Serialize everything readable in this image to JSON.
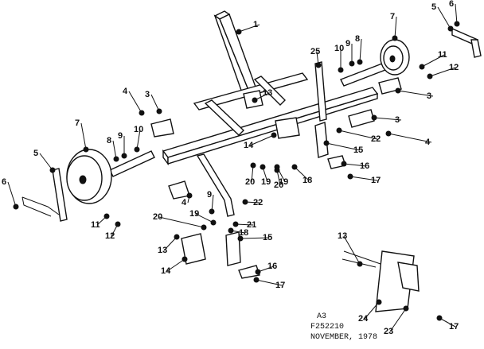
{
  "diagram": {
    "part_numbers": [
      "1",
      "3",
      "3",
      "3",
      "4",
      "4",
      "4",
      "5",
      "5",
      "6",
      "6",
      "7",
      "7",
      "8",
      "8",
      "9",
      "9",
      "9",
      "10",
      "10",
      "11",
      "11",
      "12",
      "12",
      "13",
      "13",
      "13",
      "14",
      "14",
      "15",
      "15",
      "16",
      "16",
      "17",
      "17",
      "17",
      "18",
      "18",
      "19",
      "19",
      "19",
      "20",
      "20",
      "20",
      "21",
      "22",
      "22",
      "23",
      "24",
      "25"
    ],
    "footer": {
      "code": "A3",
      "part_ref": "F252210",
      "date": "NOVEMBER, 1978"
    }
  }
}
